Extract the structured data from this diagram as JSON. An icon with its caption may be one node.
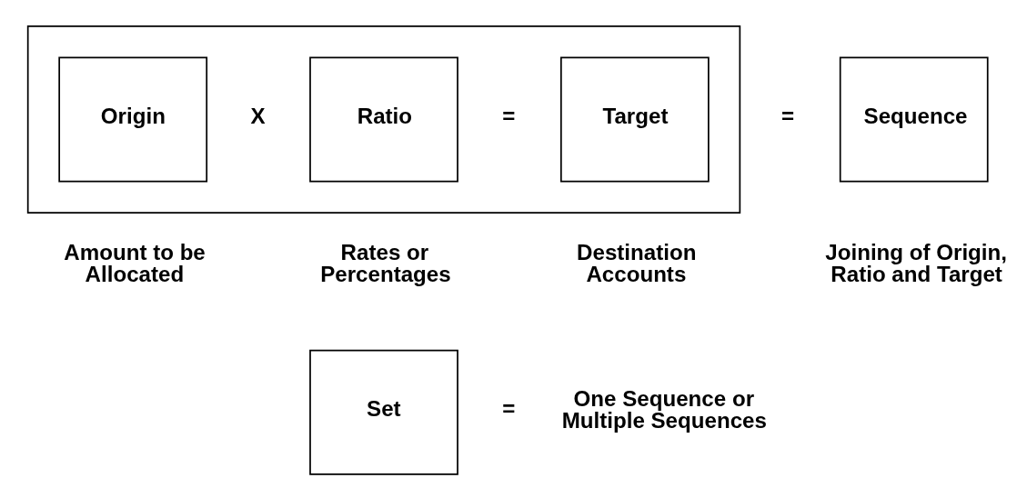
{
  "diagram": {
    "nodes": [
      {
        "text": [],
        "shape": "box"
      },
      {
        "text": [
          "Origin"
        ],
        "in": 0,
        "beside": [
          "Amount to be Allocated"
        ]
      },
      {
        "text": [
          "Ratio"
        ],
        "in": 0,
        "beside": [
          "Rates or Percentages"
        ]
      },
      {
        "text": [
          "Target"
        ],
        "in": 0,
        "beside": [
          "Destination Accounts"
        ]
      },
      {
        "text": [
          "Sequence"
        ],
        "beside": [
          "Joining of Origin, Ratio and Target"
        ]
      },
      {
        "text": [
          "Set"
        ]
      }
    ],
    "edges": [],
    "labels": [
      "X",
      "=",
      "=",
      "=",
      "One Sequence or Multiple Sequences"
    ]
  }
}
